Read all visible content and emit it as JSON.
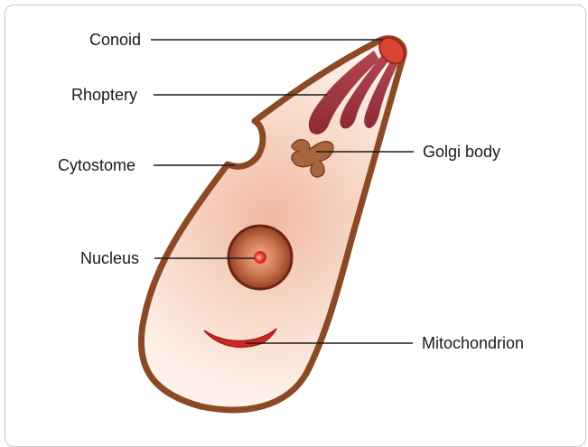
{
  "labels": {
    "conoid": "Conoid",
    "rhoptery": "Rhoptery",
    "cytostome": "Cytostome",
    "golgi": "Golgi body",
    "nucleus": "Nucleus",
    "mitochondrion": "Mitochondrion"
  },
  "colors": {
    "membrane": "#8b4a25",
    "cytoplasm_center": "#f0b9a2",
    "cytoplasm_edge": "#fcefe7",
    "rhoptery": "#a8343d",
    "conoid": "#c0392b",
    "golgi": "#a0603a",
    "nucleus_ring": "#7a2a16",
    "nucleolus": "#e53935",
    "mitochondrion": "#c62828",
    "label_text": "#1a1a1a"
  }
}
